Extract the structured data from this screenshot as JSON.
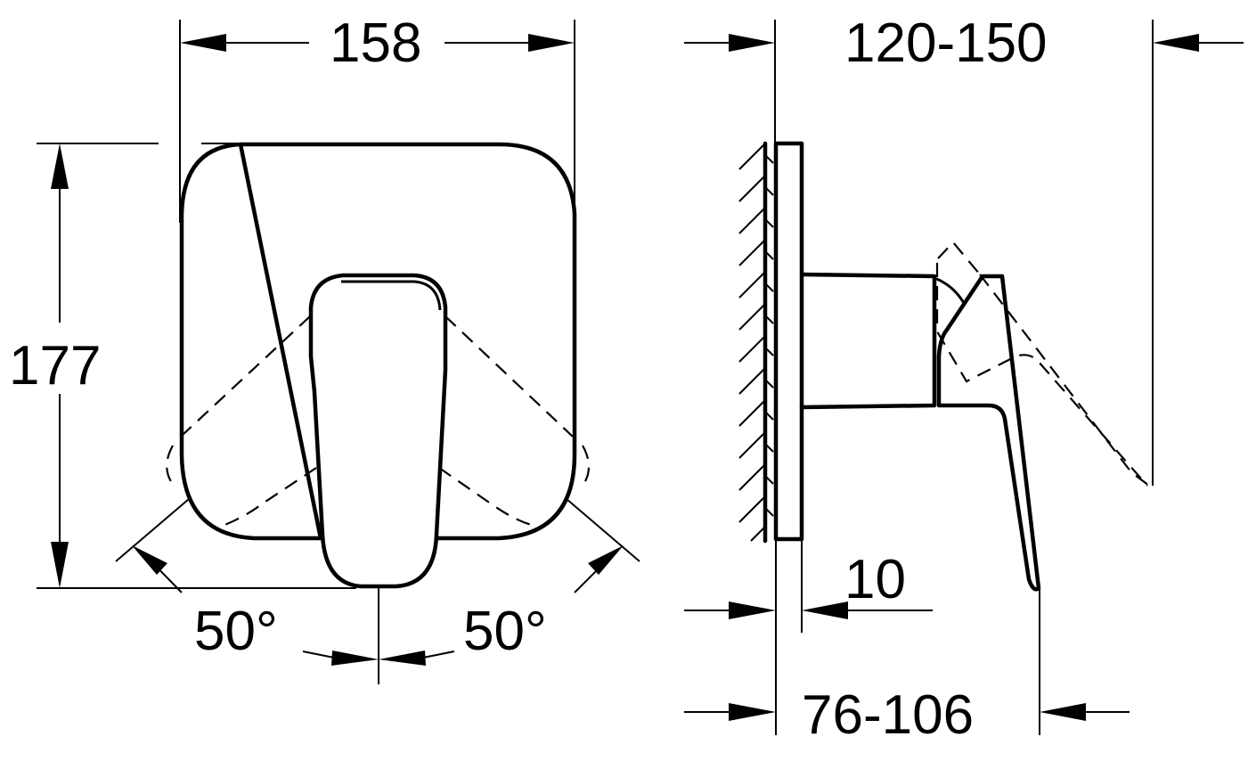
{
  "drawing": {
    "type": "technical-dimension-drawing",
    "views": {
      "front": {
        "name": "front view",
        "dimensions": {
          "width": "158",
          "height": "177",
          "angle_left": "50°",
          "angle_right": "50°"
        }
      },
      "side": {
        "name": "side view",
        "dimensions": {
          "projection_range": "120-150",
          "plate_thickness": "10",
          "depth_range": "76-106"
        }
      }
    },
    "colors": {
      "line": "#000000",
      "background": "#ffffff"
    }
  }
}
